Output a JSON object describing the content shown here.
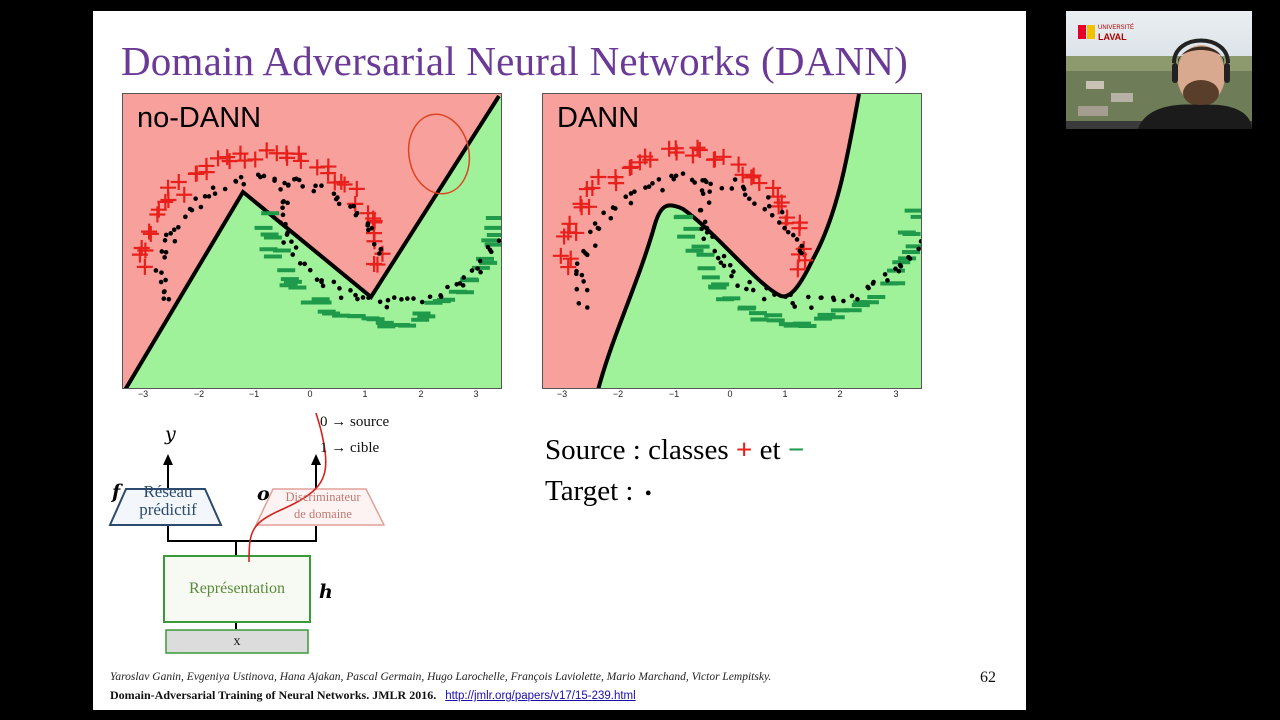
{
  "slide": {
    "title": "Domain Adversarial Neural Networks (DANN)",
    "page_number": "62"
  },
  "plots": [
    {
      "label": "no-DANN",
      "xticks": [
        "−3",
        "−2",
        "−1",
        "0",
        "1",
        "2",
        "3"
      ]
    },
    {
      "label": "DANN",
      "xticks": [
        "−3",
        "−2",
        "−1",
        "0",
        "1",
        "2",
        "3"
      ]
    }
  ],
  "legend": {
    "source_text": "Source : classes",
    "plus_glyph": "+",
    "and_text": "et",
    "minus_glyph": "−",
    "target_text": "Target :",
    "target_glyph": "•"
  },
  "diagram": {
    "y_label": "y",
    "f_label": "f",
    "o_label": "o",
    "h_label": "h",
    "predictor_line1": "Réseau",
    "predictor_line2": "prédictif",
    "discriminator_line1": "Discriminateur",
    "discriminator_line2": "de domaine",
    "representation": "Représentation",
    "input": "x",
    "domain_0": "0 → source",
    "domain_1": "1 → cible"
  },
  "citation": {
    "authors": "Yaroslav Ganin, Evgeniya Ustinova, Hana Ajakan, Pascal Germain, Hugo Larochelle, François Laviolette, Mario Marchand, Victor Lempitsky.",
    "paper": "Domain-Adversarial Training of Neural Networks. JMLR 2016.",
    "url": "http://jmlr.org/papers/v17/15-239.html"
  },
  "colors": {
    "title": "#6a3a96",
    "region_red": "#f7a09c",
    "region_green": "#a0f29a",
    "plus": "#e8201c",
    "minus": "#1f9a4a",
    "repr_box": "#3a9a3a",
    "predictor_box": "#2c4a6e",
    "discriminator_box": "#e0a09a"
  },
  "webcam": {
    "logo_line1": "UNIVERSITÉ",
    "logo_line2": "LAVAL"
  }
}
